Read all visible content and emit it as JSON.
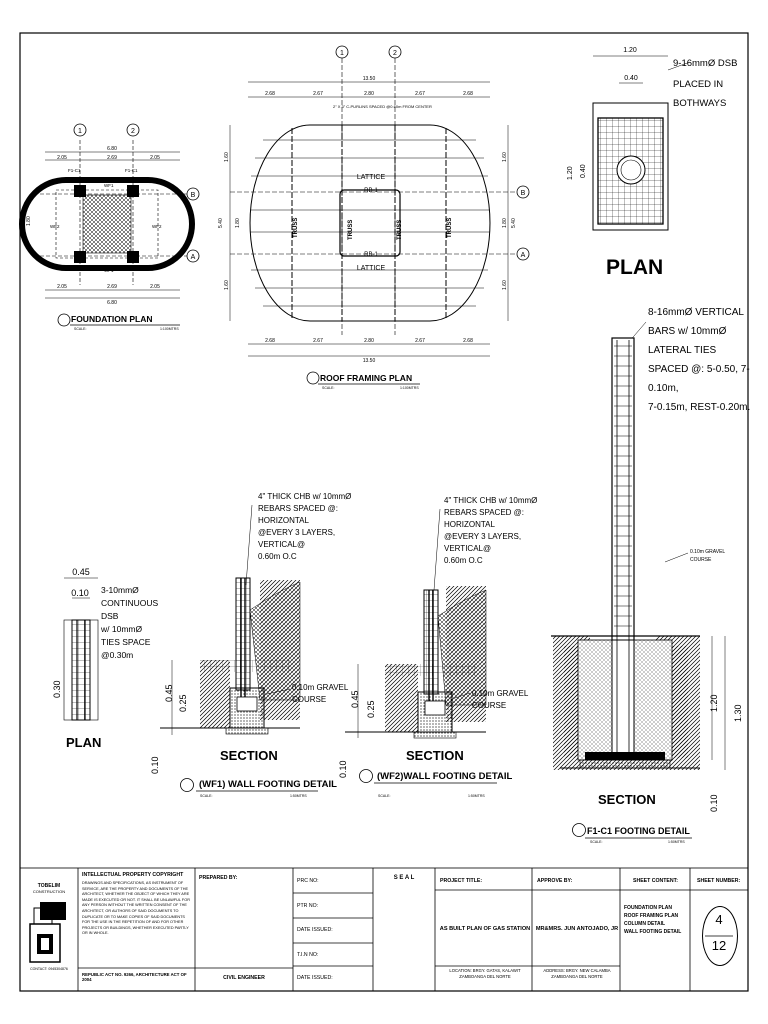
{
  "foundation_plan": {
    "title": "FOUNDATION PLAN",
    "scale": "1:100MTRS",
    "scale_label": "SCALE:",
    "dims_top": [
      "2.05",
      "2.69",
      "2.05"
    ],
    "overall": "6.80",
    "dims_side": "1.80",
    "grids_x": [
      "1",
      "2"
    ],
    "grids_y": [
      "B",
      "A"
    ],
    "tags": [
      "F1-C1",
      "F1-C1",
      "WF1",
      "WF1",
      "WF2",
      "WF2"
    ]
  },
  "roof_plan": {
    "title": "ROOF FRAMING PLAN",
    "scale": "1:100MTRS",
    "scale_label": "SCALE:",
    "overall": "13.50",
    "dims_top": [
      "2.68",
      "2.67",
      "2.80",
      "2.67",
      "2.68"
    ],
    "dims_side_left": [
      "1.60",
      "1.80",
      "1.60"
    ],
    "side_total": "5.40",
    "note": "2\" X 3\" C-PURLINS SPACED @0.60m FROM CENTER",
    "truss_labels": [
      "TRUSS",
      "TRUSS",
      "TRUSS",
      "TRUSS"
    ],
    "lattice_labels": [
      "LATTICE",
      "LATTICE"
    ],
    "rb_labels": [
      "RB-1",
      "RB-1"
    ],
    "grids_x": [
      "1",
      "2"
    ],
    "grids_y": [
      "B",
      "A"
    ]
  },
  "column_plan": {
    "title": "PLAN",
    "dim_outer": "1.20",
    "dim_inner": "0.40",
    "dim_side_outer": "1.20",
    "dim_side_inner": "0.40",
    "note": [
      "9-16mmØ DSB",
      "PLACED IN",
      "BOTHWAYS"
    ]
  },
  "column_section": {
    "note": [
      "8-16mmØ VERTICAL",
      "BARS w/ 10mmØ",
      "LATERAL TIES",
      "SPACED @: 5-0.50, 7-",
      "0.10m,",
      "7-0.15m, REST-0.20m."
    ],
    "gravel": [
      "0.10m GRAVEL",
      "COURSE"
    ],
    "dim_depth": "1.20",
    "dim_total": "1.30",
    "dim_bottom": "0.10",
    "title": "SECTION",
    "detail_title": "F1-C1 FOOTING DETAIL",
    "scale_label": "SCALE:",
    "scale": "1:50MTRS"
  },
  "wall_plan": {
    "dim_width": "0.45",
    "dim_inner": "0.10",
    "dim_height": "0.30",
    "note": [
      "3-10mmØ",
      "CONTINUOUS",
      "DSB",
      "w/ 10mmØ",
      "TIES SPACE",
      "@0.30m"
    ],
    "title": "PLAN"
  },
  "wf1": {
    "note": [
      "4\" THICK CHB w/ 10mmØ",
      "REBARS SPACED @:",
      "HORIZONTAL",
      "@EVERY 3 LAYERS,",
      "VERTICAL@",
      "0.60m O.C"
    ],
    "gravel": [
      "0.10m GRAVEL",
      "COURSE"
    ],
    "dim_a": "0.45",
    "dim_b": "0.25",
    "dim_c": "0.10",
    "title": "SECTION",
    "detail_title": "(WF1) WALL FOOTING DETAIL",
    "scale_label": "SCALE:",
    "scale": "1:50MTRS"
  },
  "wf2": {
    "note": [
      "4\" THICK CHB w/ 10mmØ",
      "REBARS SPACED @:",
      "HORIZONTAL",
      "@EVERY 3 LAYERS,",
      "VERTICAL@",
      "0.60m O.C"
    ],
    "gravel": [
      "0.10m GRAVEL",
      "COURSE"
    ],
    "dim_a": "0.45",
    "dim_b": "0.25",
    "dim_c": "0.10",
    "title": "SECTION",
    "detail_title": "(WF2)WALL FOOTING DETAIL",
    "scale_label": "SCALE:",
    "scale": "1:50MTRS"
  },
  "title_block": {
    "logo_text": "TOBELIM",
    "logo_sub": "CONSTRUCTION",
    "logo_footer": "CONTACT: 0945304876",
    "ip_title": "INTELLECTUAL PROPERTY COPYRIGHT",
    "ip_text": "DRAWINGS AND SPECIFICATIONS, AS INSTRUMENT OF SERVICE, ARE THE PROPERTY AND DOCUMENTS OF THE ARCHITECT, WHETHER THE OBJECT OF WHICH THEY ARE MADE IS EXECUTED OR NOT. IT SHALL BE UNLAWFUL FOR ANY PERSON WITHOUT THE WRITTEN CONSENT OF THE ARCHITECT, OR AUTHORS OF SAID DOCUMENTS TO DUPLICATE OR TO MAKE COPIES OF SAID DOCUMENTS FOR THE USE IN THE REPETITION OF AND FOR OTHER PROJECTS OR BUILDINGS, WHETHER EXECUTED PARTLY OR IN WHOLE.",
    "ip_footer": "REPUBLIC ACT NO. 9266, ARCHITECTURE ACT OF 2004",
    "prepared_by": "PREPARED BY:",
    "prepared_role": "CIVIL ENGINEER",
    "prc": "PRC NO:",
    "ptr": "PTR NO:",
    "date1": "DATE ISSUED:",
    "tin": "T.I.N NO:",
    "date2": "DATE ISSUED:",
    "seal": "S  E  A  L",
    "project_title_label": "PROJECT TITLE:",
    "project_title": "AS BUILT PLAN OF GAS STATION",
    "location": "LOCATION: BRGY. GATAS, KALAWIT ZAMBOANGA DEL NORTE",
    "approve_label": "APPROVE BY:",
    "approve_name": "MR&MRS. JUN ANTOJADO, JR",
    "address": "ADDRESS: BRGY. NEW CALAMBA ZAMBOANGA DEL NORTE",
    "sheet_content_label": "SHEET CONTENT:",
    "sheet_content": [
      "FOUNDATION PLAN",
      "ROOF FRAMING PLAN",
      "COLUMN DETAIL",
      "WALL FOOTING DETAIL"
    ],
    "sheet_number_label": "SHEET NUMBER:",
    "sheet_no": "4",
    "sheet_total": "12"
  }
}
